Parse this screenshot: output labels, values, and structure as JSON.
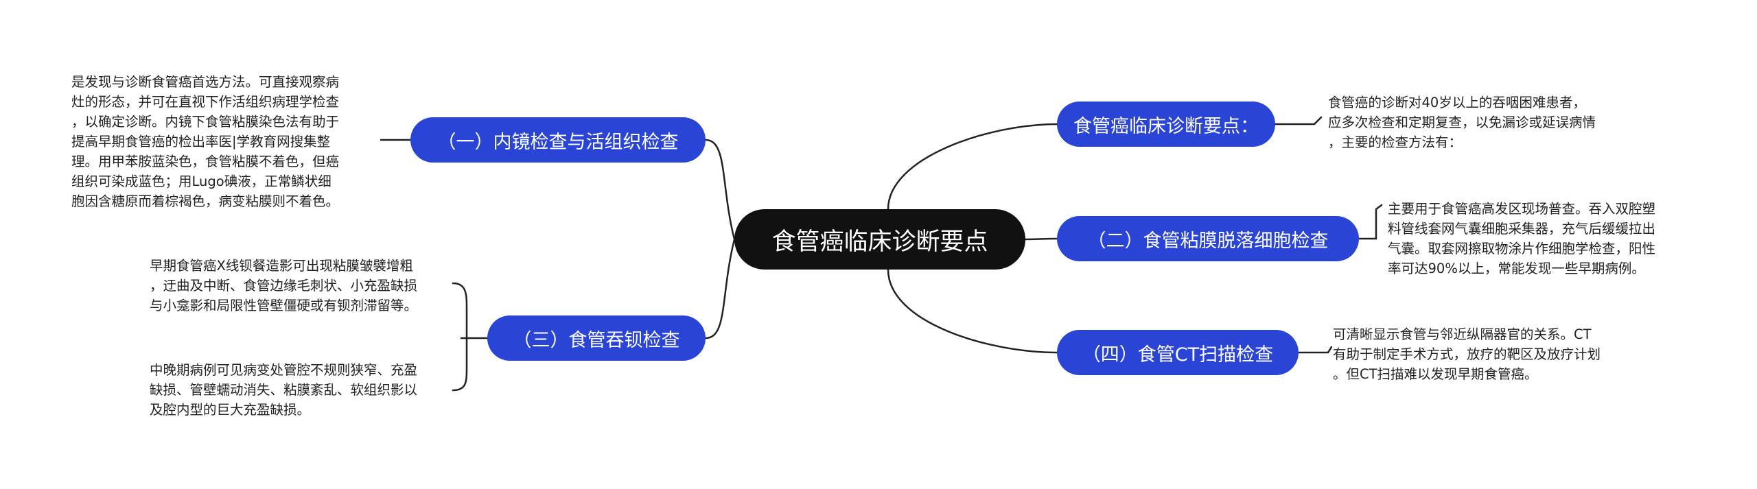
{
  "mindmap": {
    "central": "食管癌临床诊断要点",
    "branches": {
      "endoscopy": {
        "label": "（一）内镜检查与活组织检查",
        "note": "是发现与诊断食管癌首选方法。可直接观察病\n灶的形态，并可在直视下作活组织病理学检查\n，以确定诊断。内镜下食管粘膜染色法有助于\n提高早期食管癌的检出率医|学教育网搜集整\n理。用甲苯胺蓝染色，食管粘膜不着色，但癌\n组织可染成蓝色；用Lugo碘液，正常鳞状细\n胞因含糖原而着棕褐色，病变粘膜则不着色。"
      },
      "key_points": {
        "label": "食管癌临床诊断要点：",
        "note": "食管癌的诊断对40岁以上的吞咽困难患者，\n应多次检查和定期复查，以免漏诊或延误病情\n，主要的检查方法有："
      },
      "cytology": {
        "label": "（二）食管粘膜脱落细胞检查",
        "note": "主要用于食管癌高发区现场普查。吞入双腔塑\n料管线套网气囊细胞采集器，充气后缓缓拉出\n气囊。取套网擦取物涂片作细胞学检查，阳性\n率可达90%以上，常能发现一些早期病例。"
      },
      "barium": {
        "label": "（三）食管吞钡检查",
        "note_early": "早期食管癌X线钡餐造影可出现粘膜皱襞增粗\n，迂曲及中断、食管边缘毛刺状、小充盈缺损\n与小龛影和局限性管壁僵硬或有钡剂滞留等。",
        "note_late": "中晚期病例可见病变处管腔不规则狭窄、充盈\n缺损、管壁蠕动消失、粘膜紊乱、软组织影以\n及腔内型的巨大充盈缺损。"
      },
      "ct": {
        "label": "（四）食管CT扫描检查",
        "note": "可清晰显示食管与邻近纵隔器官的关系。CT\n有助于制定手术方式，放疗的靶区及放疗计划\n。但CT扫描难以发现早期食管癌。"
      }
    }
  }
}
